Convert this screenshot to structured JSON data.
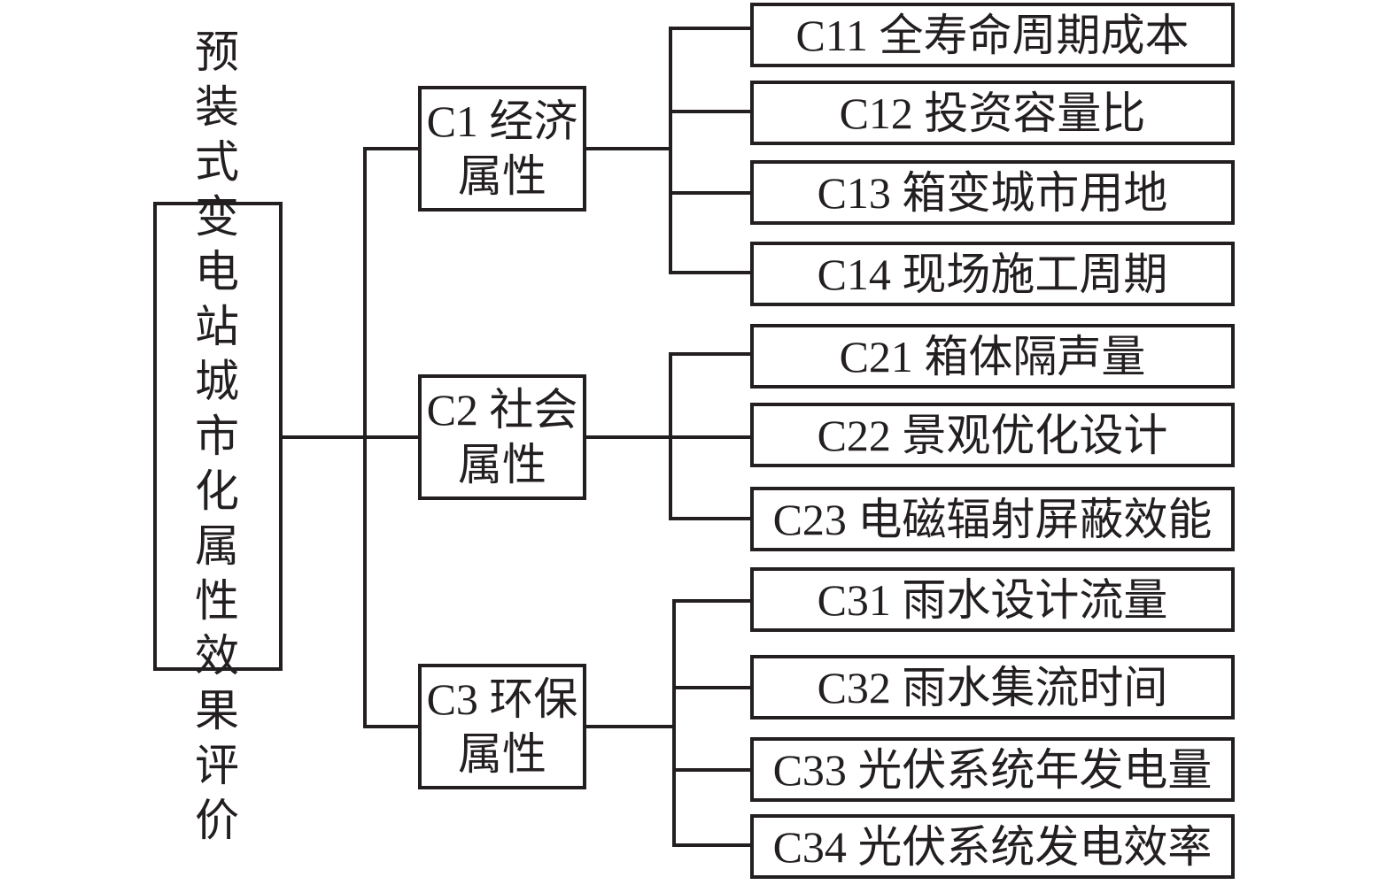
{
  "diagram": {
    "root": {
      "label": "预装式变电站城市化属性效果评价"
    },
    "categories": [
      {
        "code": "C1",
        "label_line1": "C1 经济",
        "label_line2": "属性",
        "children": [
          {
            "code": "C11",
            "label": "C11 全寿命周期成本"
          },
          {
            "code": "C12",
            "label": "C12 投资容量比"
          },
          {
            "code": "C13",
            "label": "C13 箱变城市用地"
          },
          {
            "code": "C14",
            "label": "C14 现场施工周期"
          }
        ]
      },
      {
        "code": "C2",
        "label_line1": "C2 社会",
        "label_line2": "属性",
        "children": [
          {
            "code": "C21",
            "label": "C21 箱体隔声量"
          },
          {
            "code": "C22",
            "label": "C22 景观优化设计"
          },
          {
            "code": "C23",
            "label": "C23 电磁辐射屏蔽效能"
          }
        ]
      },
      {
        "code": "C3",
        "label_line1": "C3 环保",
        "label_line2": "属性",
        "children": [
          {
            "code": "C31",
            "label": "C31 雨水设计流量"
          },
          {
            "code": "C32",
            "label": "C32 雨水集流时间"
          },
          {
            "code": "C33",
            "label": "C33 光伏系统年发电量"
          },
          {
            "code": "C34",
            "label": "C34 光伏系统发电效率"
          }
        ]
      }
    ],
    "colors": {
      "stroke": "#231f20",
      "background": "#ffffff",
      "text": "#231f20"
    }
  }
}
